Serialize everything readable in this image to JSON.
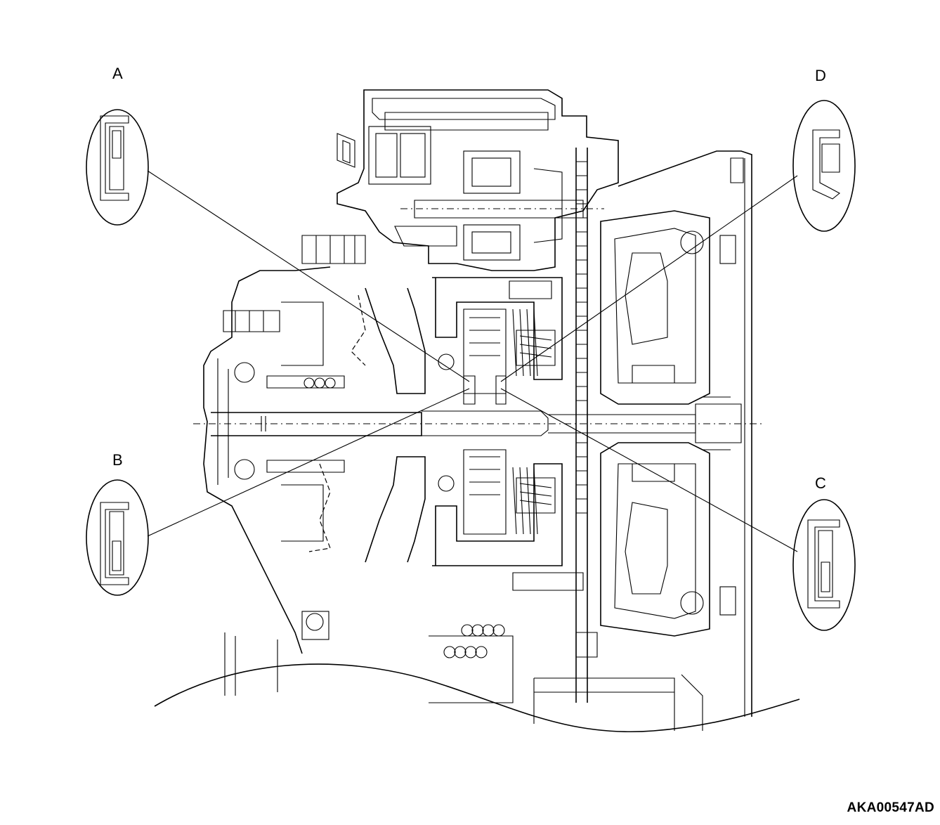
{
  "callouts": [
    {
      "label": "A"
    },
    {
      "label": "B"
    },
    {
      "label": "C"
    },
    {
      "label": "D"
    }
  ],
  "figure_id": "AKA00547AD",
  "colors": {
    "ink": "#000000",
    "paper": "#ffffff"
  }
}
